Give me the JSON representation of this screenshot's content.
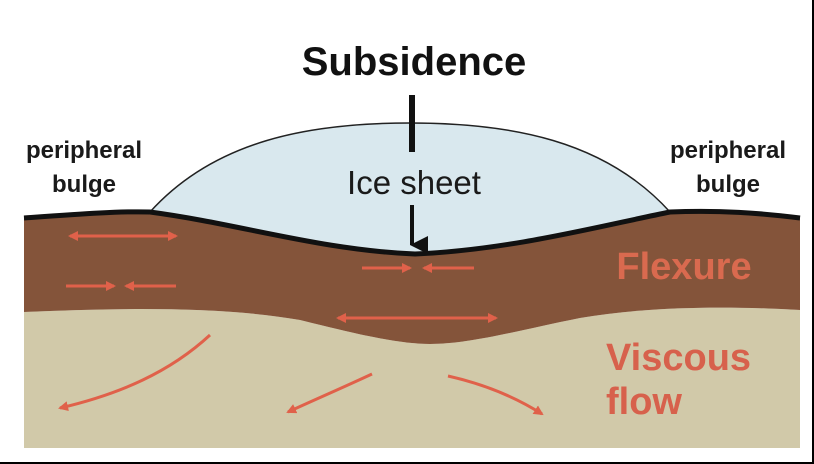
{
  "labels": {
    "title": "Subsidence",
    "left_bulge": [
      "peripheral",
      "bulge"
    ],
    "right_bulge": [
      "peripheral",
      "bulge"
    ],
    "ice": "Ice sheet",
    "flexure": "Flexure",
    "viscous": [
      "Viscous",
      "flow"
    ]
  },
  "colors": {
    "background": "#ffffff",
    "frame": "#000000",
    "ice": "#d9e8ee",
    "lithosphere": "#84543a",
    "mantle": "#d1c9a9",
    "arrow": "#e0614a",
    "flexure_text": "#d96a4f",
    "viscous_text": "#d7614c",
    "surface_line": "#111111"
  }
}
